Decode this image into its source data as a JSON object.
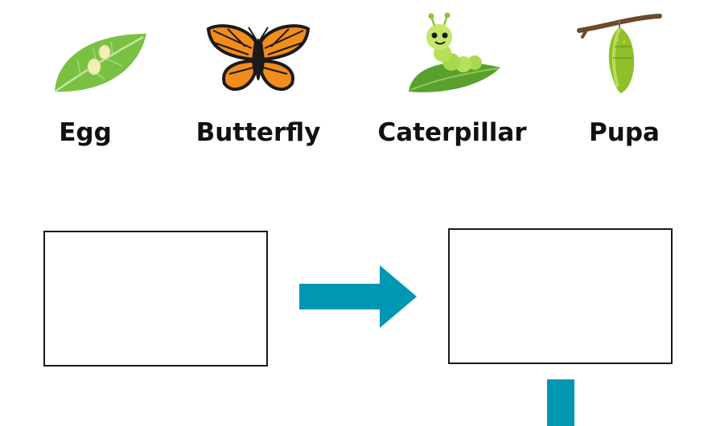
{
  "stages": [
    {
      "label": "Egg",
      "icon": "egg-on-leaf-icon"
    },
    {
      "label": "Butterfly",
      "icon": "butterfly-icon"
    },
    {
      "label": "Caterpillar",
      "icon": "caterpillar-icon"
    },
    {
      "label": "Pupa",
      "icon": "pupa-chrysalis-icon"
    }
  ],
  "colors": {
    "arrow": "#0097b2",
    "box_border": "#1a1a1a",
    "label_text": "#111111"
  }
}
